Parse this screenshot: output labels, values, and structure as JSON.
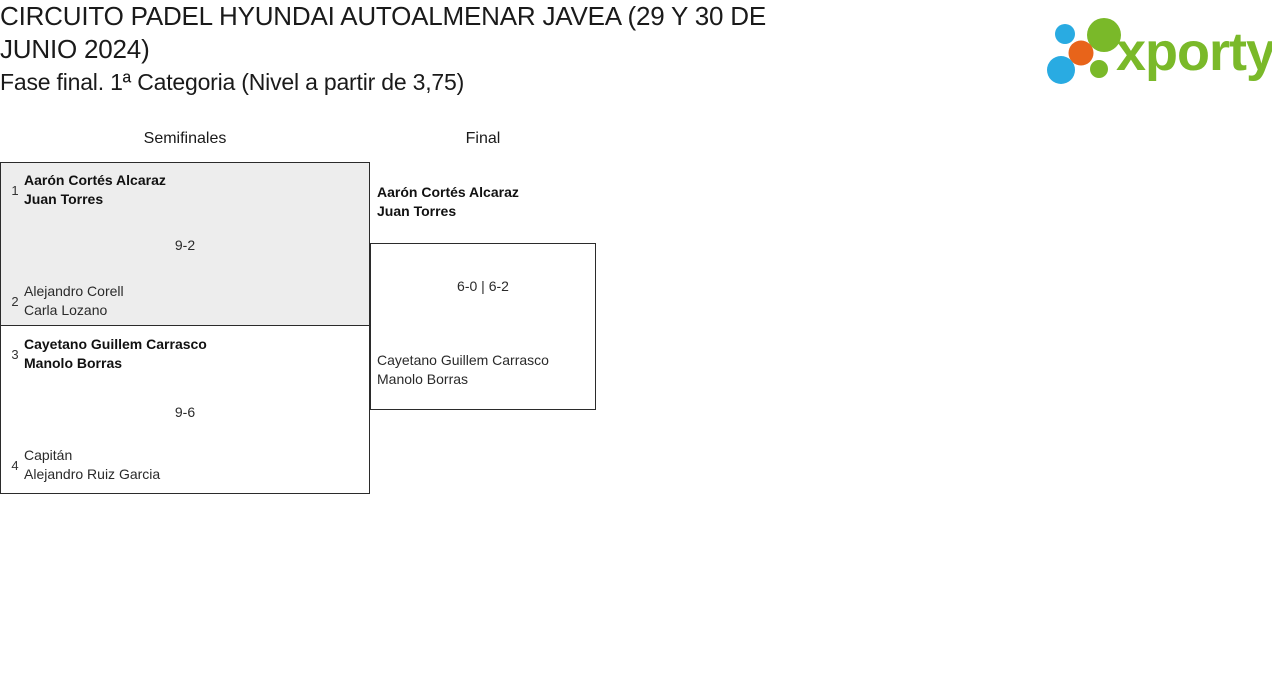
{
  "header": {
    "title_line_1": "CIRCUITO PADEL HYUNDAI AUTOALMENAR JAVEA (29 Y 30 DE",
    "title_line_2": "JUNIO 2024)",
    "subtitle": "Fase final. 1ª Categoria (Nivel a partir de 3,75)"
  },
  "logo": {
    "name": "xporty-logo",
    "wordmark": "xporty",
    "colors": {
      "green": "#7ab929",
      "blue": "#29abe2",
      "orange": "#e8641a"
    }
  },
  "rounds": [
    {
      "id": "semifinales",
      "label": "Semifinales"
    },
    {
      "id": "final",
      "label": "Final"
    }
  ],
  "bracket": {
    "semifinales": [
      {
        "id": "semifinal-1",
        "highlighted": true,
        "score": "9-2",
        "teams": [
          {
            "seed": "1",
            "players": "Aarón Cortés Alcaraz\nJuan Torres",
            "winner": true
          },
          {
            "seed": "2",
            "players": "Alejandro Corell\nCarla Lozano",
            "winner": false
          }
        ]
      },
      {
        "id": "semifinal-2",
        "highlighted": false,
        "score": "9-6",
        "teams": [
          {
            "seed": "3",
            "players": "Cayetano Guillem Carrasco\nManolo Borras",
            "winner": true
          },
          {
            "seed": "4",
            "players": "Capitán\nAlejandro Ruiz Garcia",
            "winner": false
          }
        ]
      }
    ],
    "final": {
      "id": "final-match",
      "score": "6-0 | 6-2",
      "teams": [
        {
          "players": "Aarón Cortés Alcaraz\nJuan Torres",
          "winner": true
        },
        {
          "players": "Cayetano Guillem Carrasco\nManolo Borras",
          "winner": false
        }
      ]
    }
  }
}
